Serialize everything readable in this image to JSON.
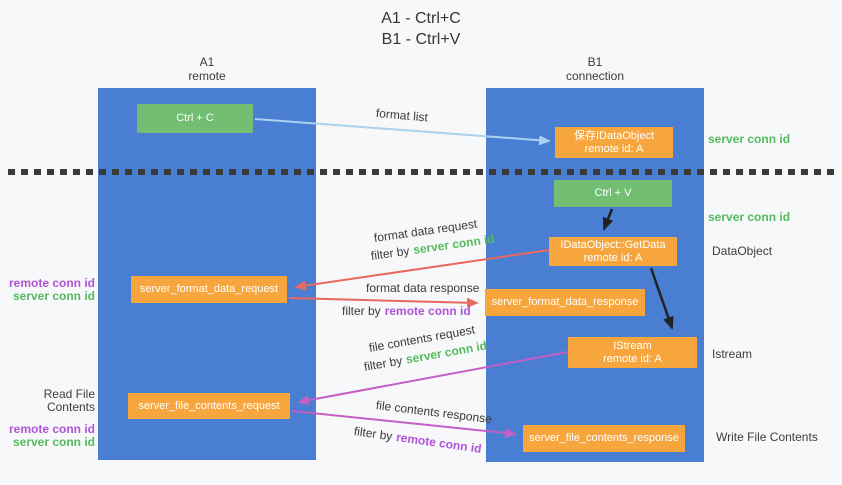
{
  "title": {
    "line1": "A1 - Ctrl+C",
    "line2": "B1 - Ctrl+V"
  },
  "lifelines": {
    "left": {
      "name": "A1",
      "subtitle": "remote"
    },
    "right": {
      "name": "B1",
      "subtitle": "connection"
    }
  },
  "nodes": {
    "ctrl_c": {
      "label": "Ctrl + C"
    },
    "ctrl_v": {
      "label": "Ctrl + V"
    },
    "save_idataobject": {
      "line1": "保存IDataObject",
      "line2": "remote id: A"
    },
    "idataobject_getdata": {
      "line1": "IDataObject::GetData",
      "line2": "remote id: A"
    },
    "istream": {
      "line1": "IStream",
      "line2": "remote id: A"
    },
    "server_format_data_request": {
      "label": "server_format_data_request"
    },
    "server_format_data_response": {
      "label": "server_format_data_response"
    },
    "server_file_contents_request": {
      "label": "server_file_contents_request"
    },
    "server_file_contents_response": {
      "label": "server_file_contents_response"
    }
  },
  "edges": {
    "format_list": {
      "label": "format list"
    },
    "format_data_request": {
      "label": "format data request",
      "filter_prefix": "filter by",
      "filter_key": "server conn id"
    },
    "format_data_response": {
      "label": "format data response",
      "filter_prefix": "filter by",
      "filter_key": "remote conn id"
    },
    "file_contents_request": {
      "label": "file contents request",
      "filter_prefix": "filter by",
      "filter_key": "server conn id"
    },
    "file_contents_response": {
      "label": "file contents response",
      "filter_prefix": "filter by",
      "filter_key": "remote conn id"
    }
  },
  "annotations": {
    "right_server_conn_id_top": "server conn id",
    "right_server_conn_id_mid": "server conn id",
    "dataobject": "DataObject",
    "istream": "Istream",
    "write_file_contents": "Write File Contents",
    "left_remote_conn_id_top": "remote conn id",
    "left_server_conn_id_top": "server conn id",
    "read_file_contents": "Read File Contents",
    "left_remote_conn_id_bottom": "remote conn id",
    "left_server_conn_id_bottom": "server conn id"
  },
  "colors": {
    "lifeline_blue": "#4a7ed2",
    "node_green": "#72be73",
    "node_orange": "#f7a63e",
    "conn_id_green": "#56bb5d",
    "conn_id_purple": "#b153d6",
    "arrow_red": "#e8695e",
    "arrow_magenta": "#c45fc6",
    "arrow_light_blue": "#a8d2ee",
    "arrow_black": "#222222",
    "text_dark": "#3b3b3b",
    "background": "#f7f8f9"
  }
}
